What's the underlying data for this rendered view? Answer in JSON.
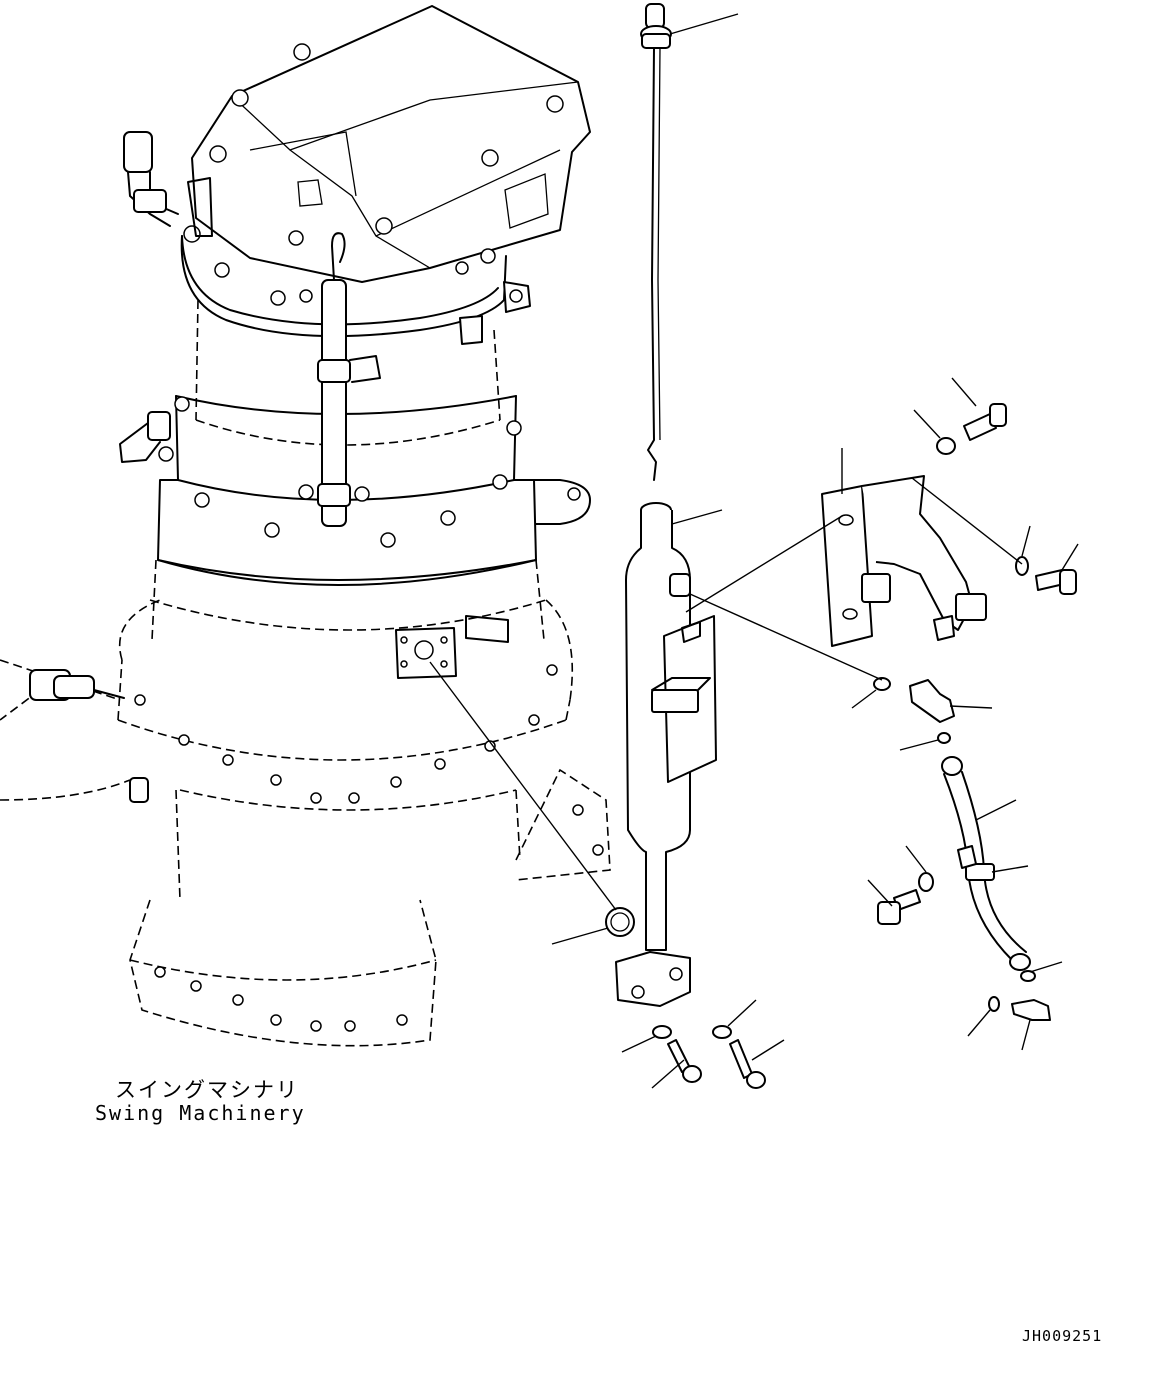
{
  "labels": {
    "swing_machinery_jp": "スイングマシナリ",
    "swing_machinery_en": "Swing Machinery"
  },
  "drawing_number": "JH009251",
  "line_color": "#000000",
  "background_color": "#ffffff"
}
